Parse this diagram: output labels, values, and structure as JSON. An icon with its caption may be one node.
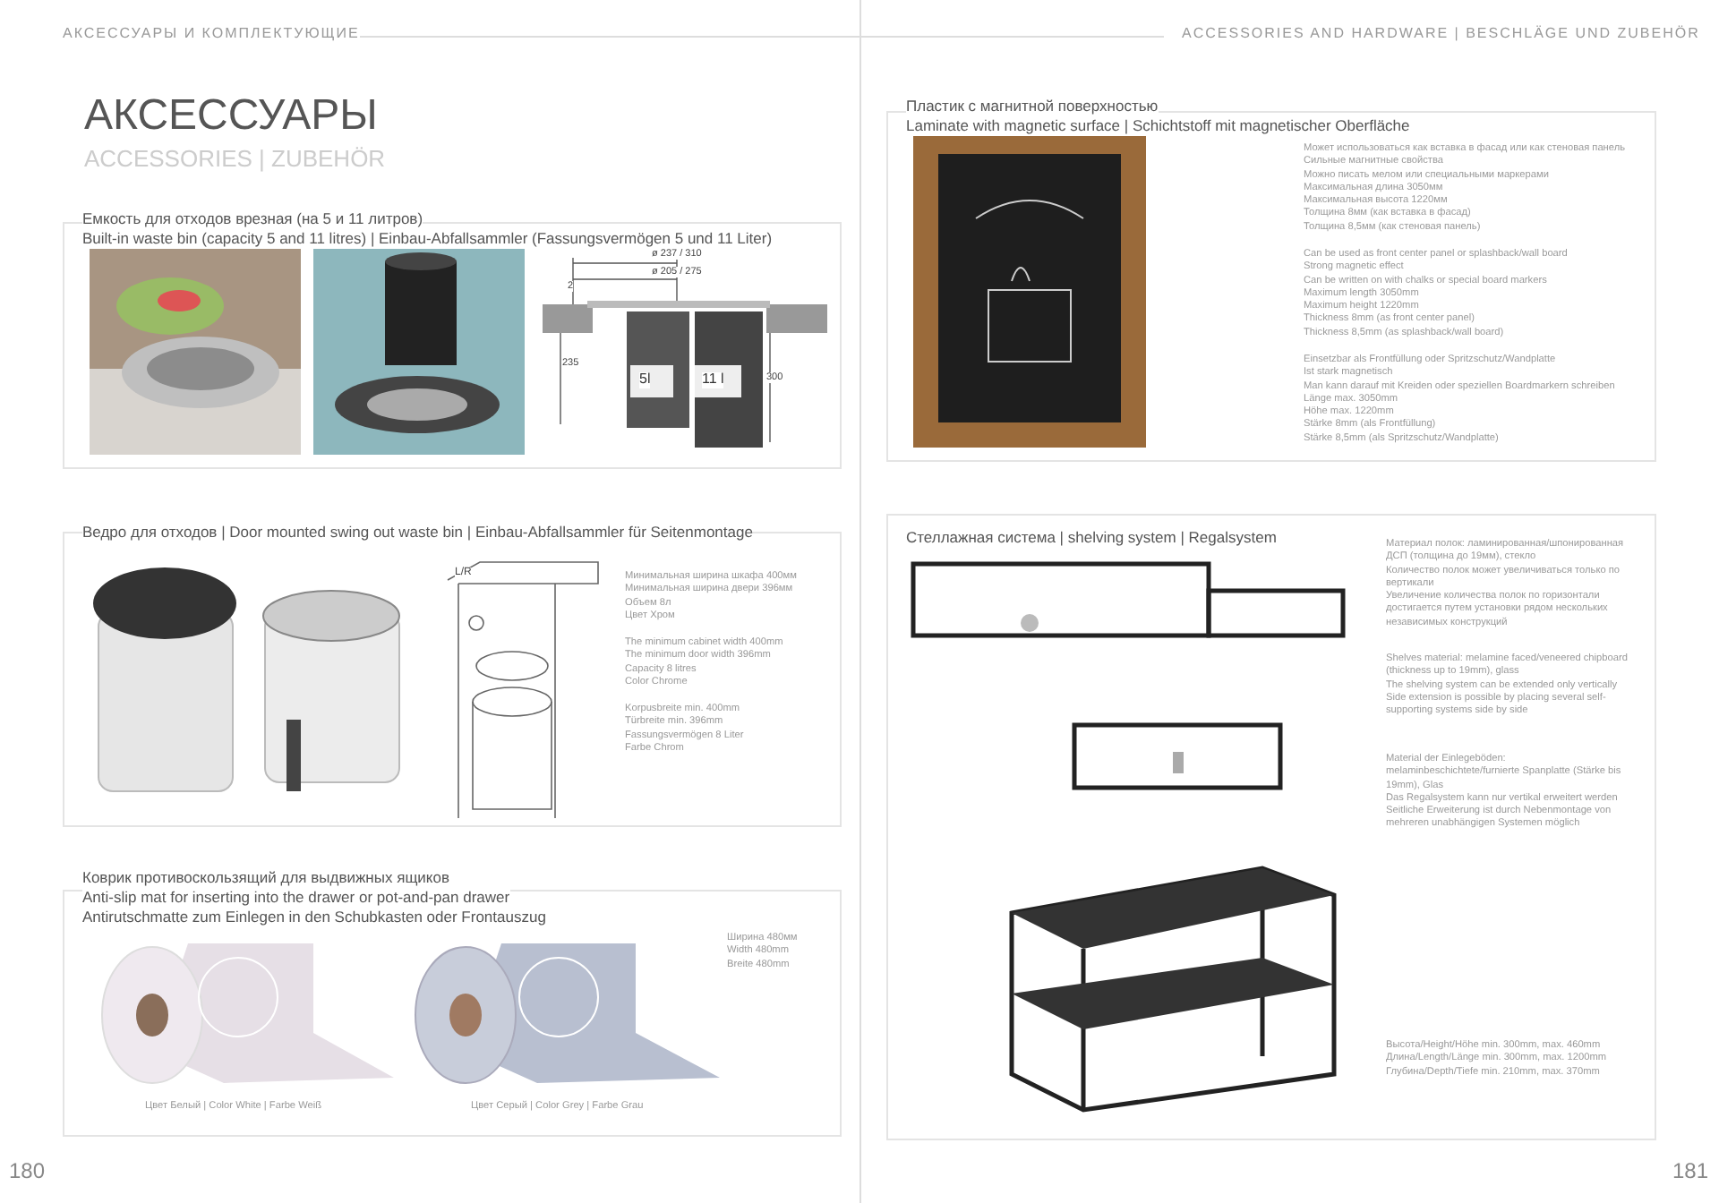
{
  "diagram": {
    "nodes": [
      {
        "text": [
          "Емкость для отходов врезная (на 5 и 11 литров)",
          "Built-in waste bin (capacity 5 and 11 litres) | Einbau-Abfallsammler (Fassungsvermögen 5 und 11 Liter)"
        ]
      },
      {
        "text": [
          "Ведро для отходов | Door mounted swing out waste bin | Einbau-Abfallsammler für Seitenmontage",
          "Минимальная ширина шкафа 400мм",
          "Минимальная ширина двери 396мм",
          "Объем 8л",
          "Цвет Хром",
          "The minimum cabinet width 400mm",
          "The minimum door width 396mm",
          "Capacity 8 litres",
          "Color Chrome",
          "Korpusbreite min. 400mm",
          "Türbreite min. 396mm",
          "Fassungsvermögen 8 Liter",
          "Farbe Chrom"
        ]
      },
      {
        "text": [
          "Коврик противоскользящий для выдвижных ящиков",
          "Anti-slip mat for inserting into the drawer or pot-and-pan drawer",
          "Antirutschmatte zum Einlegen in den Schubkasten oder Frontauszug",
          "Цвет Белый | Color White | Farbe Weiß",
          "Цвет Серый | Color Grey | Farbe Grau",
          "Ширина 480мм",
          "Width 480mm",
          "Breite 480mm"
        ]
      },
      {
        "text": [
          "Пластик с магнитной поверхностью",
          "Laminate with magnetic surface | Schichtstoff mit magnetischer Oberfläche",
          "Может использоваться как вставка в фасад или как стеновая панель",
          "Сильные магнитные свойства",
          "Можно писать мелом или специальными маркерами",
          "Максимальная длина 3050мм",
          "Максимальная высота 1220мм",
          "Толщина 8мм (как вставка в фасад)",
          "Толщина 8,5мм (как стеновая панель)",
          "Can be used as front center panel or splashback/wall board",
          "Strong magnetic effect",
          "Can be written on with chalks or special board markers",
          "Maximum length 3050mm",
          "Maximum height 1220mm",
          "Thickness 8mm (as front center panel)",
          "Thickness 8,5mm (as splashback/wall board)",
          "Einsetzbar als Frontfüllung oder Spritzschutz/Wandplatte",
          "Ist stark magnetisch",
          "Man kann darauf mit Kreiden oder speziellen Boardmarkern schreiben",
          "Länge max. 3050mm",
          "Höhe max. 1220mm",
          "Stärke 8mm (als Frontfüllung)",
          "Stärke 8,5mm (als Spritzschutz/Wandplatte)"
        ]
      },
      {
        "text": [
          "Стеллажная система | shelving system | Regalsystem",
          "Материал полок: ламинированная/шпонированная ДСП (толщина до 19мм), стекло",
          "Количество полок может увеличиваться только по вертикали",
          "Увеличение количества полок по горизонтали достигается путем установки рядом нескольких независимых конструкций",
          "Shelves material: melamine faced/veneered chipboard (thickness up to 19mm), glass",
          "The shelving system can be extended only vertically",
          "Side extension is possible by placing several self-supporting systems side by side",
          "Material der Einlegeböden: melaminbeschichtete/furnierte Spanplatte (Stärke bis 19mm), Glas",
          "Das Regalsystem kann nur vertikal erweitert werden",
          "Seitliche Erweiterung ist durch Nebenmontage von mehreren unabhängigen Systemen möglich",
          "Высота/Height/Höhe min. 300mm, max. 460mm",
          "Длина/Length/Länge min. 300mm, max. 1200mm",
          "Глубина/Depth/Tiefe min. 210mm, max. 370mm"
        ]
      }
    ],
    "labels": [
      "АКСЕССУАРЫ И КОМПЛЕКТУЮЩИЕ",
      "ACCESSORIES AND HARDWARE | BESCHLÄGE UND ZUBEHÖR",
      "АКСЕССУАРЫ",
      "ACCESSORIES | ZUBEHÖR",
      "ø 237 / 310",
      "ø 205 / 275",
      "2",
      "235",
      "300",
      "5l",
      "11 l",
      "L/R",
      "180",
      "181"
    ]
  }
}
